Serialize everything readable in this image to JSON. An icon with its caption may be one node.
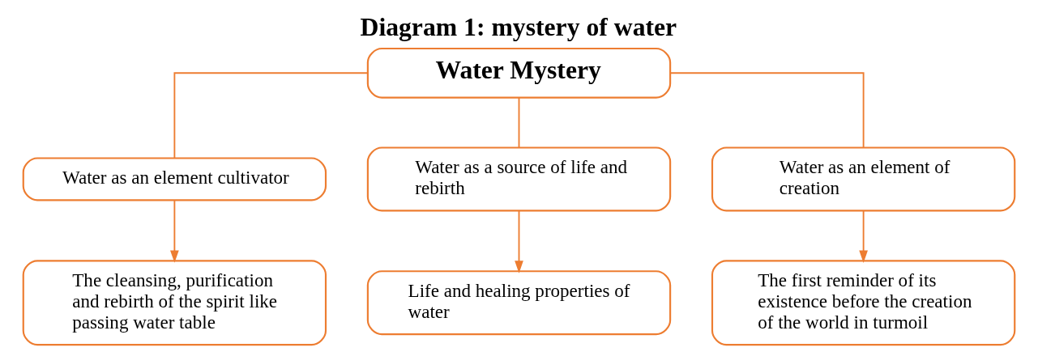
{
  "diagram": {
    "title": "Diagram 1: mystery of water",
    "nodes": [
      {
        "text": [
          "Water Mystery"
        ]
      },
      {
        "text": [
          "Water as an element cultivator"
        ]
      },
      {
        "text": [
          "Water as a source of life and rebirth"
        ]
      },
      {
        "text": [
          "Water as an element of creation"
        ]
      },
      {
        "text": [
          "The cleansing, purification and rebirth of the spirit like passing water table"
        ]
      },
      {
        "text": [
          "Life and healing properties of water"
        ]
      },
      {
        "text": [
          "The first reminder of its existence before the creation of the world in turmoil"
        ]
      }
    ],
    "edges": [
      {
        "from": 0,
        "to": 1,
        "arrow": "none"
      },
      {
        "from": 0,
        "to": 2,
        "arrow": "none"
      },
      {
        "from": 0,
        "to": 3,
        "arrow": "none"
      },
      {
        "from": 1,
        "to": 4,
        "arrow": "to"
      },
      {
        "from": 2,
        "to": 5,
        "arrow": "to"
      },
      {
        "from": 3,
        "to": 6,
        "arrow": "to"
      }
    ]
  }
}
